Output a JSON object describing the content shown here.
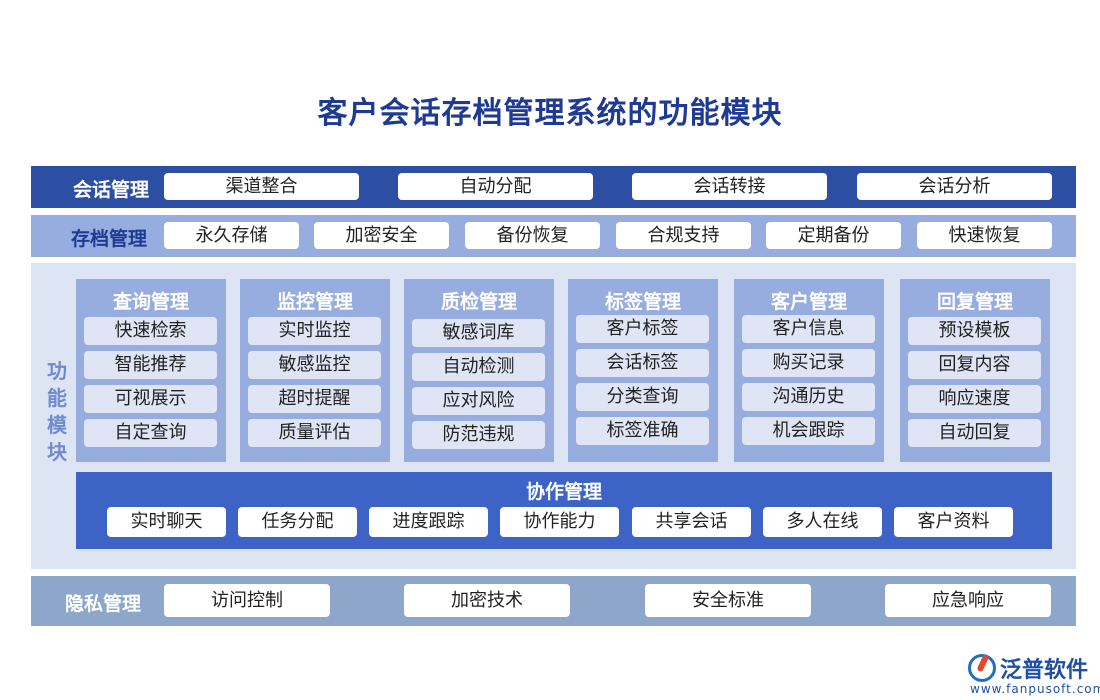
{
  "title": "客户会话存档管理系统的功能模块",
  "session_band": {
    "label": "会话管理",
    "items": [
      "渠道整合",
      "自动分配",
      "会话转接",
      "会话分析"
    ]
  },
  "archive_band": {
    "label": "存档管理",
    "items": [
      "永久存储",
      "加密安全",
      "备份恢复",
      "合规支持",
      "定期备份",
      "快速恢复"
    ]
  },
  "function_area": {
    "label_chars": [
      "功",
      "能",
      "模",
      "块"
    ],
    "columns": [
      {
        "title": "查询管理",
        "items": [
          "快速检索",
          "智能推荐",
          "可视展示",
          "自定查询"
        ]
      },
      {
        "title": "监控管理",
        "items": [
          "实时监控",
          "敏感监控",
          "超时提醒",
          "质量评估"
        ]
      },
      {
        "title": "质检管理",
        "items": [
          "敏感词库",
          "自动检测",
          "应对风险",
          "防范违规"
        ]
      },
      {
        "title": "标签管理",
        "items": [
          "客户标签",
          "会话标签",
          "分类查询",
          "标签准确"
        ]
      },
      {
        "title": "客户管理",
        "items": [
          "客户信息",
          "购买记录",
          "沟通历史",
          "机会跟踪"
        ]
      },
      {
        "title": "回复管理",
        "items": [
          "预设模板",
          "回复内容",
          "响应速度",
          "自动回复"
        ]
      }
    ],
    "collab": {
      "title": "协作管理",
      "items": [
        "实时聊天",
        "任务分配",
        "进度跟踪",
        "协作能力",
        "共享会话",
        "多人在线",
        "客户资料"
      ]
    }
  },
  "privacy_band": {
    "label": "隐私管理",
    "items": [
      "访问控制",
      "加密技术",
      "安全标准",
      "应急响应"
    ]
  },
  "logo": {
    "name": "泛普软件",
    "url": "www.fanpusoft.com"
  },
  "colors": {
    "title": "#1f3a93",
    "session_band": "#2c4fa3",
    "archive_band": "#97acdf",
    "function_bg": "#dde4f4",
    "column_bg": "#97acdf",
    "collab_bg": "#3d63c6",
    "privacy_band": "#8da6c9"
  }
}
